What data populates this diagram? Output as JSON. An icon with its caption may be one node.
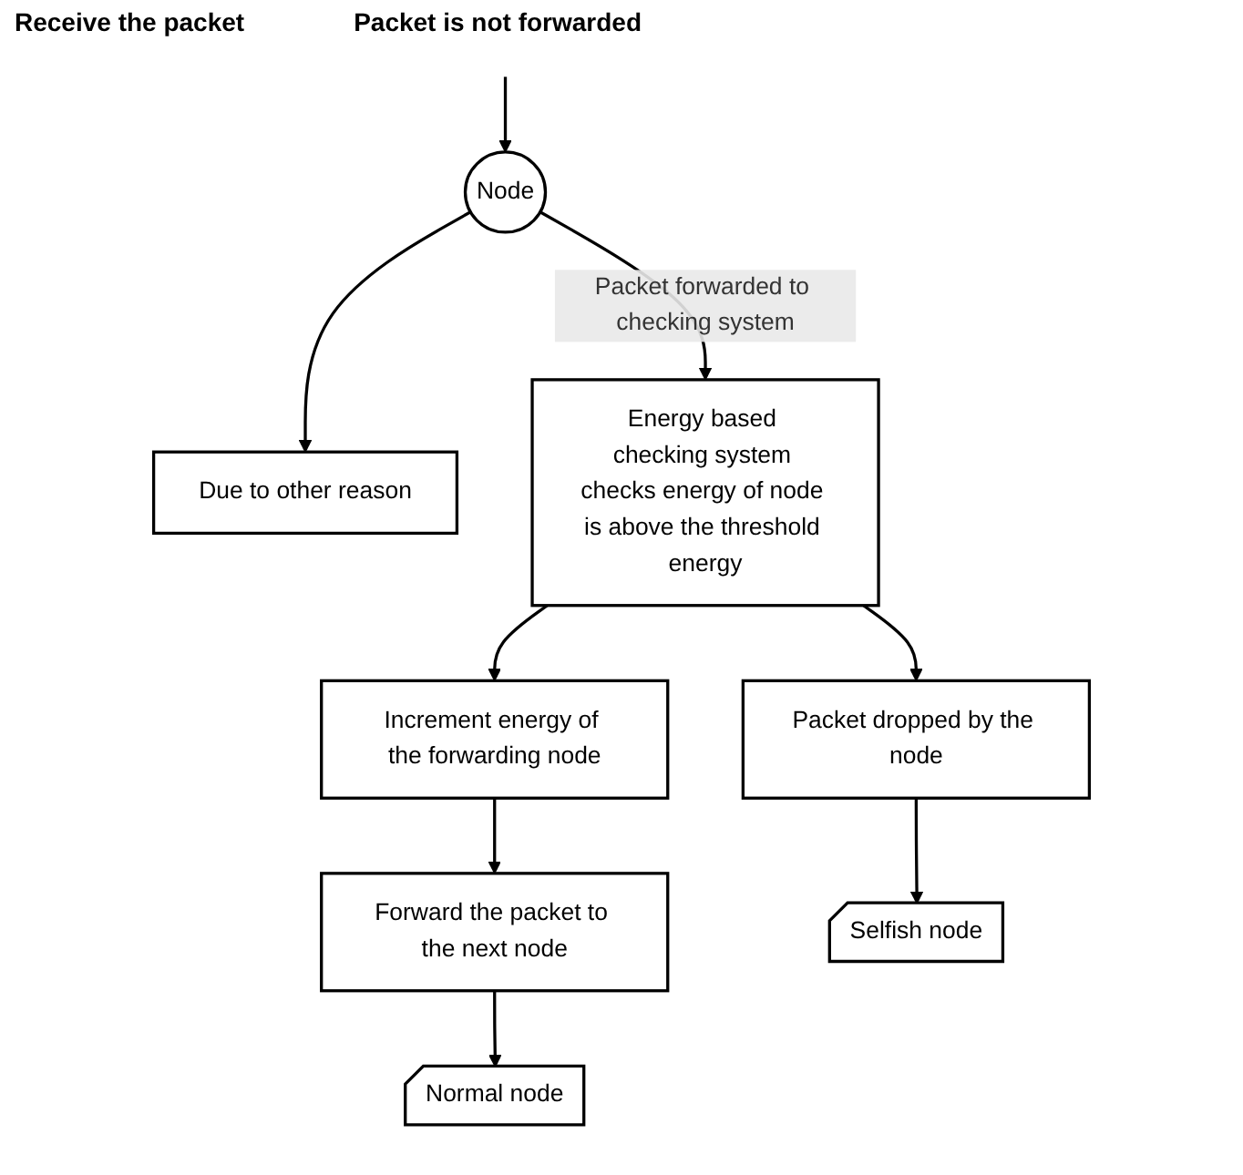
{
  "diagram": {
    "nodes": [
      {
        "text": [
          "Node"
        ]
      },
      {
        "text": [
          "Due to other reason"
        ]
      },
      {
        "text": [
          "Energy based checking system checks energy of node is above the threshold energy"
        ]
      },
      {
        "text": [
          "Increment energy of the forwarding node"
        ]
      },
      {
        "text": [
          "Forward the packet to the next node"
        ]
      },
      {
        "text": [
          "Packet dropped by the node"
        ]
      },
      {
        "text": [
          "Selfish node"
        ]
      },
      {
        "text": [
          "Normal node"
        ]
      }
    ],
    "edges": [
      {
        "from": null,
        "to": 0,
        "arrow": "to"
      },
      {
        "from": 0,
        "to": 1,
        "arrow": "to"
      },
      {
        "from": 0,
        "to": 2,
        "arrow": "to",
        "label": "Packet forwarded to checking system"
      },
      {
        "from": 2,
        "to": 3,
        "arrow": "to"
      },
      {
        "from": 3,
        "to": 4,
        "arrow": "to"
      },
      {
        "from": 2,
        "to": 5,
        "arrow": "to"
      },
      {
        "from": 5,
        "to": 6,
        "arrow": "to"
      },
      {
        "from": 4,
        "to": 7,
        "arrow": "to"
      }
    ],
    "labels": [
      "Receive the packet",
      "Packet is not forwarded"
    ]
  }
}
